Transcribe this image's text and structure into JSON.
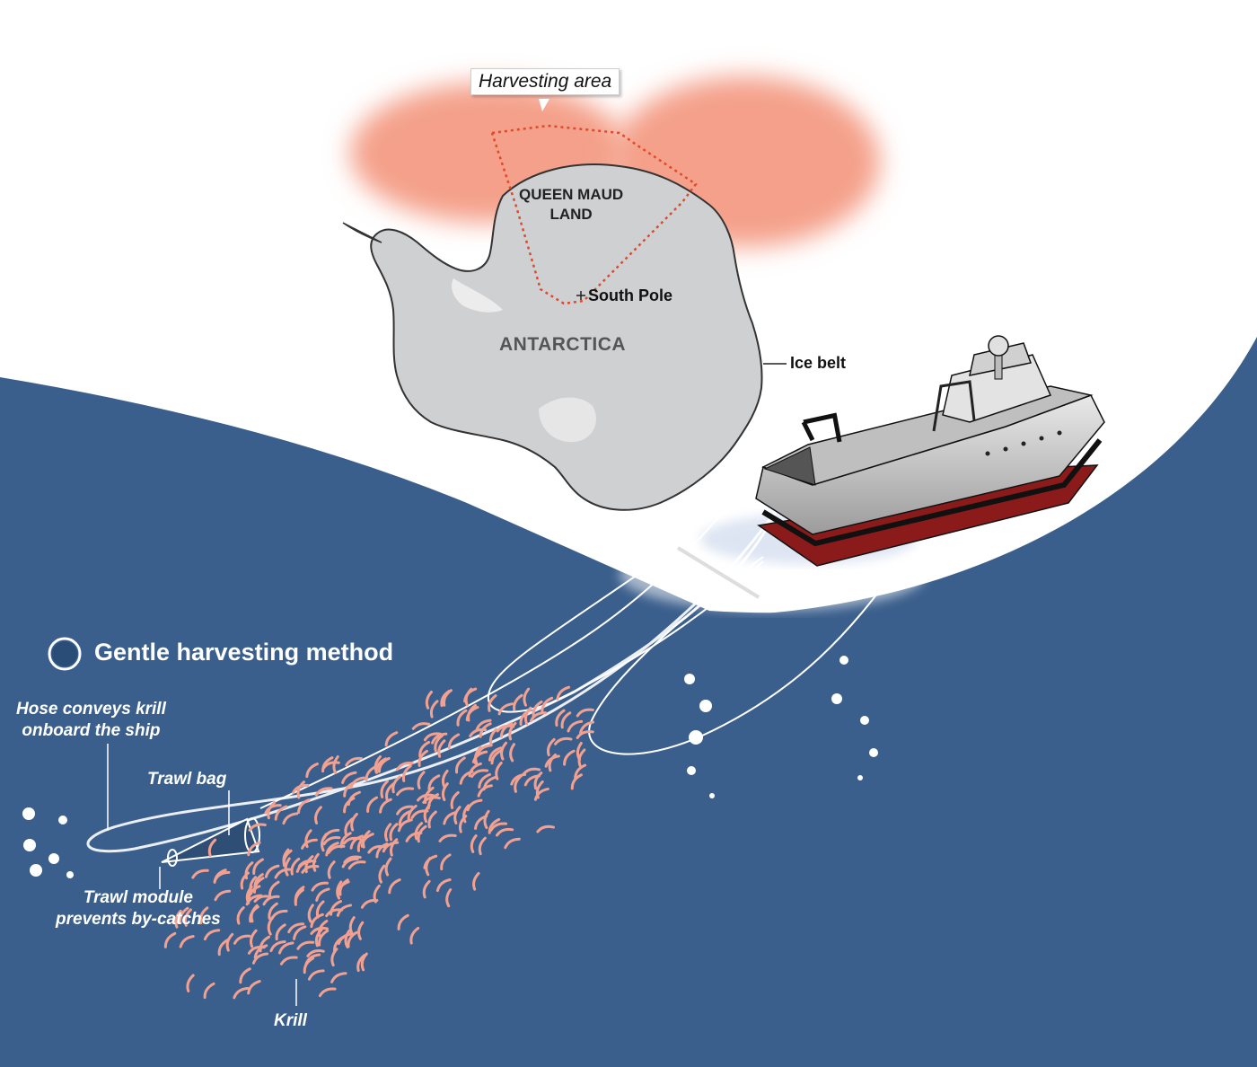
{
  "map": {
    "harvesting_area_label": "Harvesting area",
    "region_label": "QUEEN MAUD\nLAND",
    "south_pole_label": "South Pole",
    "continent_label": "ANTARCTICA",
    "ice_belt_label": "Ice belt"
  },
  "method": {
    "title": "Gentle harvesting method",
    "hose_label": "Hose conveys krill\nonboard the ship",
    "trawl_bag_label": "Trawl bag",
    "trawl_module_label": "Trawl module\nprevents by-catches",
    "krill_label": "Krill"
  },
  "colors": {
    "ocean": "#3b5f8c",
    "harvest_zone": "#f4a08a",
    "land": "#cfd0d2",
    "krill": "#f2a090",
    "hull_red": "#8b1a1a"
  }
}
